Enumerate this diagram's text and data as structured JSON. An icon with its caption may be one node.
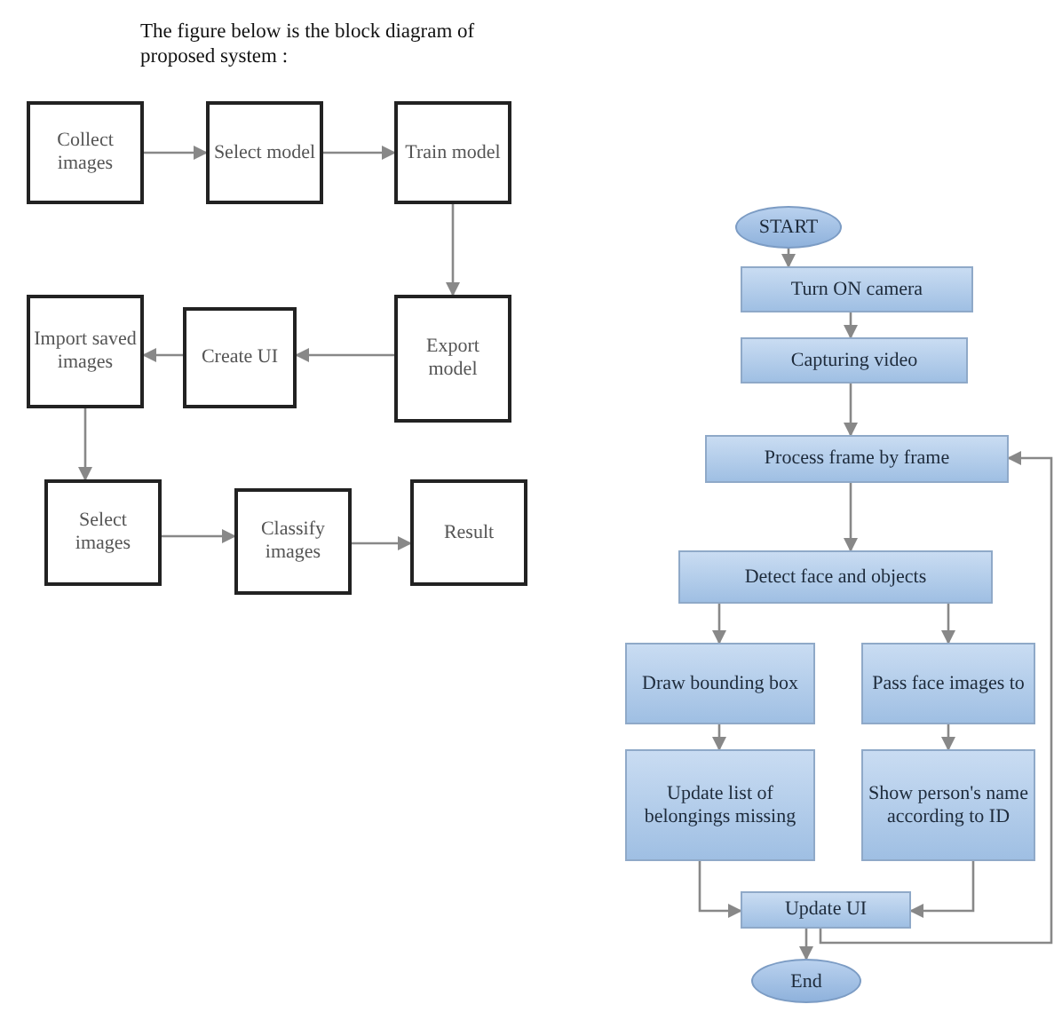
{
  "diagram": {
    "nodes": [
      {
        "text": [
          "Collect images"
        ]
      },
      {
        "text": [
          "Select model"
        ]
      },
      {
        "text": [
          "Train model"
        ]
      },
      {
        "text": [
          "Export model"
        ]
      },
      {
        "text": [
          "Create UI"
        ]
      },
      {
        "text": [
          "Import saved images"
        ]
      },
      {
        "text": [
          "Select images"
        ]
      },
      {
        "text": [
          "Classify images"
        ]
      },
      {
        "text": [
          "Result"
        ]
      },
      {
        "text": [
          "START"
        ]
      },
      {
        "text": [
          "Turn ON camera"
        ]
      },
      {
        "text": [
          "Capturing video"
        ]
      },
      {
        "text": [
          "Process frame by frame"
        ]
      },
      {
        "text": [
          "Detect face and objects"
        ]
      },
      {
        "text": [
          "Draw bounding box"
        ]
      },
      {
        "text": [
          "Pass face images to"
        ]
      },
      {
        "text": [
          "Update list of belongings missing"
        ]
      },
      {
        "text": [
          "Show person's name according to ID"
        ]
      },
      {
        "text": [
          "Update UI"
        ]
      },
      {
        "text": [
          "End"
        ]
      }
    ],
    "edges": [
      {
        "from": 0,
        "to": 1,
        "arrow": "to"
      },
      {
        "from": 1,
        "to": 2,
        "arrow": "to"
      },
      {
        "from": 2,
        "to": 3,
        "arrow": "to"
      },
      {
        "from": 3,
        "to": 4,
        "arrow": "to"
      },
      {
        "from": 4,
        "to": 5,
        "arrow": "to"
      },
      {
        "from": 5,
        "to": 6,
        "arrow": "to"
      },
      {
        "from": 6,
        "to": 7,
        "arrow": "to"
      },
      {
        "from": 7,
        "to": 8,
        "arrow": "to"
      },
      {
        "from": 9,
        "to": 10,
        "arrow": "to"
      },
      {
        "from": 10,
        "to": 11,
        "arrow": "to"
      },
      {
        "from": 11,
        "to": 12,
        "arrow": "to"
      },
      {
        "from": 12,
        "to": 13,
        "arrow": "to"
      },
      {
        "from": 13,
        "to": 14,
        "arrow": "to"
      },
      {
        "from": 13,
        "to": 15,
        "arrow": "to"
      },
      {
        "from": 14,
        "to": 16,
        "arrow": "to"
      },
      {
        "from": 15,
        "to": 17,
        "arrow": "to"
      },
      {
        "from": 16,
        "to": 18,
        "arrow": "to"
      },
      {
        "from": 17,
        "to": 18,
        "arrow": "to"
      },
      {
        "from": 18,
        "to": 19,
        "arrow": "to"
      },
      {
        "from": 18,
        "to": 12,
        "arrow": "to"
      }
    ],
    "labels": [
      "The figure below is the block diagram of proposed system :"
    ]
  }
}
